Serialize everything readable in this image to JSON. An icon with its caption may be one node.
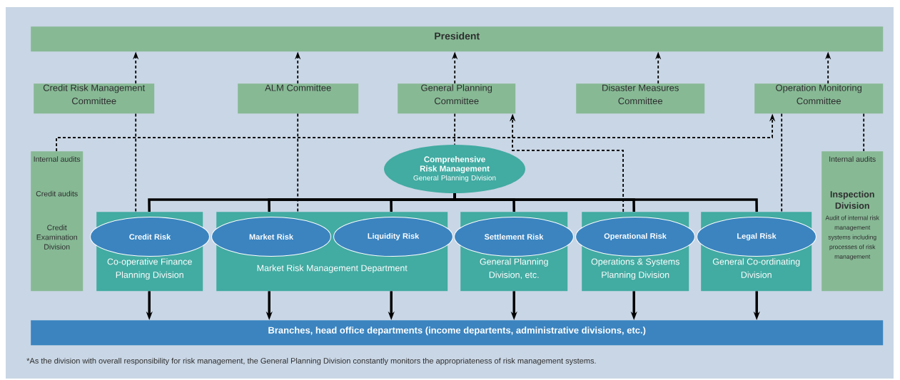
{
  "diagram": {
    "caption": "*As the division with overall responsibility for risk management, the General Planning Division constantly monitors the appropriateness of risk management systems.",
    "nodes": [
      {
        "text": [
          "President"
        ]
      },
      {
        "text": [
          "Credit Risk Management Committee"
        ]
      },
      {
        "text": [
          "ALM Committee"
        ]
      },
      {
        "text": [
          "General Planning Committee"
        ]
      },
      {
        "text": [
          "Disaster Measures Committee"
        ]
      },
      {
        "text": [
          "Operation Monitoring Committee"
        ]
      },
      {
        "text": [
          "Internal audits",
          "Credit audits",
          "Credit Examination Division"
        ]
      },
      {
        "text": [
          "Comprehensive Risk Management",
          "General Planning Division"
        ]
      },
      {
        "text": [
          "Co-operative Finance Planning Division"
        ]
      },
      {
        "text": [
          "Credit Risk"
        ],
        "in": 8
      },
      {
        "text": [
          "Market Risk Management Department"
        ]
      },
      {
        "text": [
          "Market Risk"
        ],
        "in": 10
      },
      {
        "text": [
          "Liquidity Risk"
        ],
        "in": 10
      },
      {
        "text": [
          "General Planning Division, etc."
        ]
      },
      {
        "text": [
          "Settlement Risk"
        ],
        "in": 13
      },
      {
        "text": [
          "Operations & Systems Planning Division"
        ]
      },
      {
        "text": [
          "Operational Risk"
        ],
        "in": 15
      },
      {
        "text": [
          "General Co-ordinating Division"
        ]
      },
      {
        "text": [
          "Legal Risk"
        ],
        "in": 17
      },
      {
        "text": [
          "Internal audits",
          "Inspection Division",
          "Audit of internal risk management systems including processes of risk management"
        ]
      },
      {
        "text": [
          "Branches, head office departments (income departents, administrative divisions, etc.)"
        ]
      }
    ],
    "edges": [
      {
        "from": 1,
        "to": 0,
        "arrow": "to",
        "style": "dashed"
      },
      {
        "from": 2,
        "to": 0,
        "arrow": "to",
        "style": "dashed"
      },
      {
        "from": 3,
        "to": 0,
        "arrow": "to",
        "style": "dashed"
      },
      {
        "from": 4,
        "to": 0,
        "arrow": "to",
        "style": "dashed"
      },
      {
        "from": 5,
        "to": 0,
        "arrow": "to",
        "style": "dashed"
      },
      {
        "from": 1,
        "to": 8,
        "arrow": "none",
        "style": "dashed"
      },
      {
        "from": 2,
        "to": 10,
        "arrow": "none",
        "style": "dashed"
      },
      {
        "from": 3,
        "to": 7,
        "arrow": "none",
        "style": "dashed"
      },
      {
        "from": 5,
        "to": 17,
        "arrow": "none",
        "style": "dashed"
      },
      {
        "from": 5,
        "to": 19,
        "arrow": "none",
        "style": "dashed"
      },
      {
        "from": 6,
        "to": 5,
        "arrow": "to",
        "style": "dashed"
      },
      {
        "from": 15,
        "to": 3,
        "arrow": "to",
        "style": "dashed"
      },
      {
        "from": 7,
        "to": 8,
        "arrow": "none"
      },
      {
        "from": 7,
        "to": 10,
        "arrow": "none"
      },
      {
        "from": 7,
        "to": 10,
        "arrow": "none"
      },
      {
        "from": 7,
        "to": 13,
        "arrow": "none"
      },
      {
        "from": 7,
        "to": 15,
        "arrow": "none"
      },
      {
        "from": 7,
        "to": 17,
        "arrow": "none"
      },
      {
        "from": 8,
        "to": 20,
        "arrow": "to"
      },
      {
        "from": 10,
        "to": 20,
        "arrow": "to"
      },
      {
        "from": 10,
        "to": 20,
        "arrow": "to"
      },
      {
        "from": 13,
        "to": 20,
        "arrow": "to"
      },
      {
        "from": 15,
        "to": 20,
        "arrow": "to"
      },
      {
        "from": 17,
        "to": 20,
        "arrow": "to"
      }
    ]
  }
}
